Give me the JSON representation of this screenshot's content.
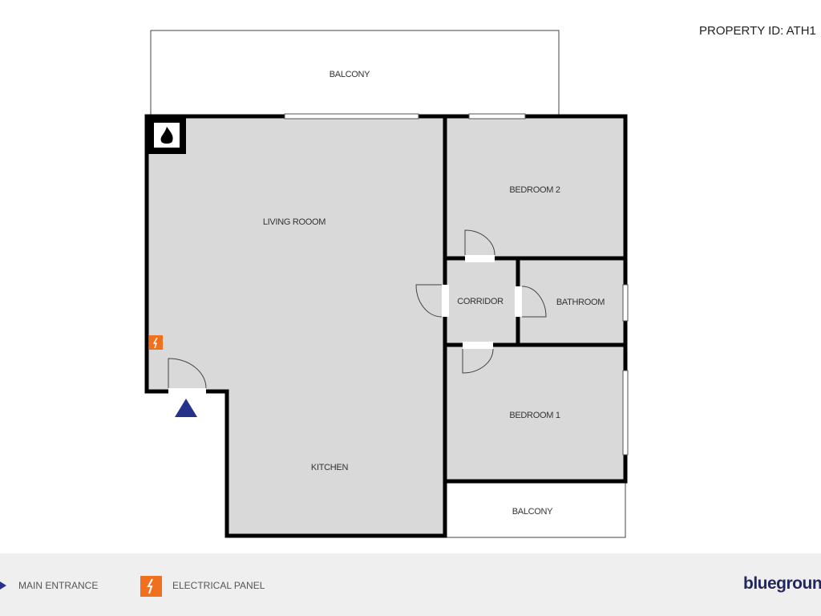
{
  "property_id": "PROPERTY ID: ATH1",
  "rooms": {
    "balcony_top": "BALCONY",
    "living_room": "LIVING ROOOM",
    "bedroom2": "BEDROOM 2",
    "corridor": "CORRIDOR",
    "bathroom": "BATHROOM",
    "bedroom1": "BEDROOM 1",
    "kitchen": "KITCHEN",
    "balcony_bottom": "BALCONY"
  },
  "legend": {
    "main_entrance": "MAIN ENTRANCE",
    "electrical_panel": "ELECTRICAL PANEL"
  },
  "brand": "bluegroun",
  "colors": {
    "floor": "#d9d9d9",
    "wall": "#000000",
    "entrance": "#26328a",
    "electrical": "#f07020",
    "brand": "#22285e"
  }
}
